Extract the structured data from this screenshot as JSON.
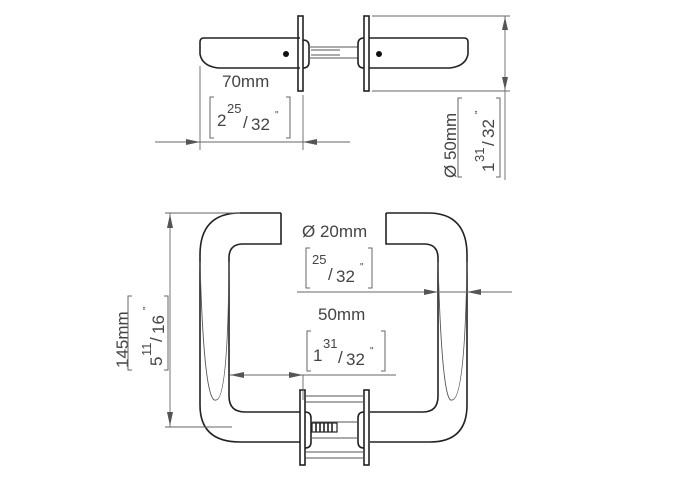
{
  "dimensions": {
    "length_70": {
      "metric": "70mm",
      "whole": "2",
      "num": "25",
      "den": "32",
      "unit": "\""
    },
    "rosette_50": {
      "metric": "Ø 50mm",
      "whole": "1",
      "num": "31",
      "den": "32",
      "unit": "\""
    },
    "height_145": {
      "metric": "145mm",
      "whole": "5",
      "num": "11",
      "den": "16",
      "unit": "\""
    },
    "grip_20": {
      "metric": "Ø 20mm",
      "num": "25",
      "den": "32",
      "unit": "\""
    },
    "clearance_50": {
      "metric": "50mm",
      "whole": "1",
      "num": "31",
      "den": "32",
      "unit": "\""
    }
  }
}
